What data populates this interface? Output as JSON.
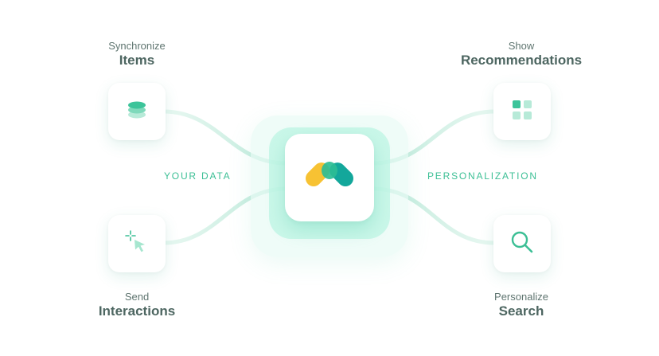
{
  "hub": {
    "logo": "yellow-green-teal-logo-icon"
  },
  "flows": {
    "left": "YOUR DATA",
    "right": "PERSONALIZATION"
  },
  "nodes": {
    "sync_items": {
      "verb": "Synchronize",
      "noun": "Items",
      "icon": "database-icon"
    },
    "send_interactions": {
      "verb": "Send",
      "noun": "Interactions",
      "icon": "cursor-click-icon"
    },
    "show_recommendations": {
      "verb": "Show",
      "noun": "Recommendations",
      "icon": "grid-icon"
    },
    "personalize_search": {
      "verb": "Personalize",
      "noun": "Search",
      "icon": "search-icon"
    }
  },
  "colors": {
    "accent": "#3cbf95",
    "link": "#c9efe2",
    "logo_yellow": "#f7c233",
    "logo_green": "#2dbd95",
    "logo_teal": "#13a79b"
  }
}
